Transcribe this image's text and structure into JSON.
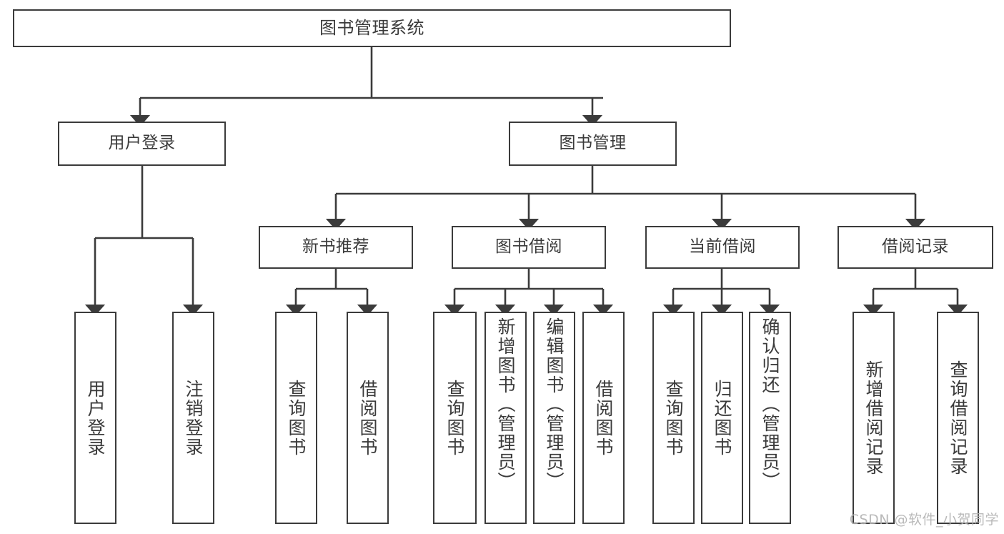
{
  "diagram": {
    "title": "图书管理系统",
    "type": "tree",
    "orientation": "top-down",
    "watermark": "CSDN @软件_小贺同学",
    "colors": {
      "stroke": "#3b3b3b",
      "fill": "#ffffff",
      "text": "#3a3a3a",
      "watermark": "#b4b4b4"
    },
    "nodes": {
      "root": {
        "label": "图书管理系统"
      },
      "level2": [
        {
          "id": "user-login",
          "label": "用户登录"
        },
        {
          "id": "book-manage",
          "label": "图书管理"
        }
      ],
      "level3": [
        {
          "id": "new-book-recommend",
          "label": "新书推荐"
        },
        {
          "id": "book-borrow",
          "label": "图书借阅"
        },
        {
          "id": "current-borrow",
          "label": "当前借阅"
        },
        {
          "id": "borrow-record",
          "label": "借阅记录"
        }
      ],
      "leaves": {
        "user-login": [
          {
            "id": "leaf-user-login",
            "label": "用户登录"
          },
          {
            "id": "leaf-logout",
            "label": "注销登录"
          }
        ],
        "new-book-recommend": [
          {
            "id": "leaf-query-book-1",
            "label": "查询图书"
          },
          {
            "id": "leaf-borrow-book-1",
            "label": "借阅图书"
          }
        ],
        "book-borrow": [
          {
            "id": "leaf-query-book-2",
            "label": "查询图书"
          },
          {
            "id": "leaf-add-book",
            "label": "新增图书（管理员）"
          },
          {
            "id": "leaf-edit-book",
            "label": "编辑图书（管理员）"
          },
          {
            "id": "leaf-borrow-book-2",
            "label": "借阅图书"
          }
        ],
        "current-borrow": [
          {
            "id": "leaf-query-book-3",
            "label": "查询图书"
          },
          {
            "id": "leaf-return-book",
            "label": "归还图书"
          },
          {
            "id": "leaf-confirm-return",
            "label": "确认归还（管理员）"
          }
        ],
        "borrow-record": [
          {
            "id": "leaf-add-record",
            "label": "新增借阅记录"
          },
          {
            "id": "leaf-query-record",
            "label": "查询借阅记录"
          }
        ]
      }
    }
  }
}
